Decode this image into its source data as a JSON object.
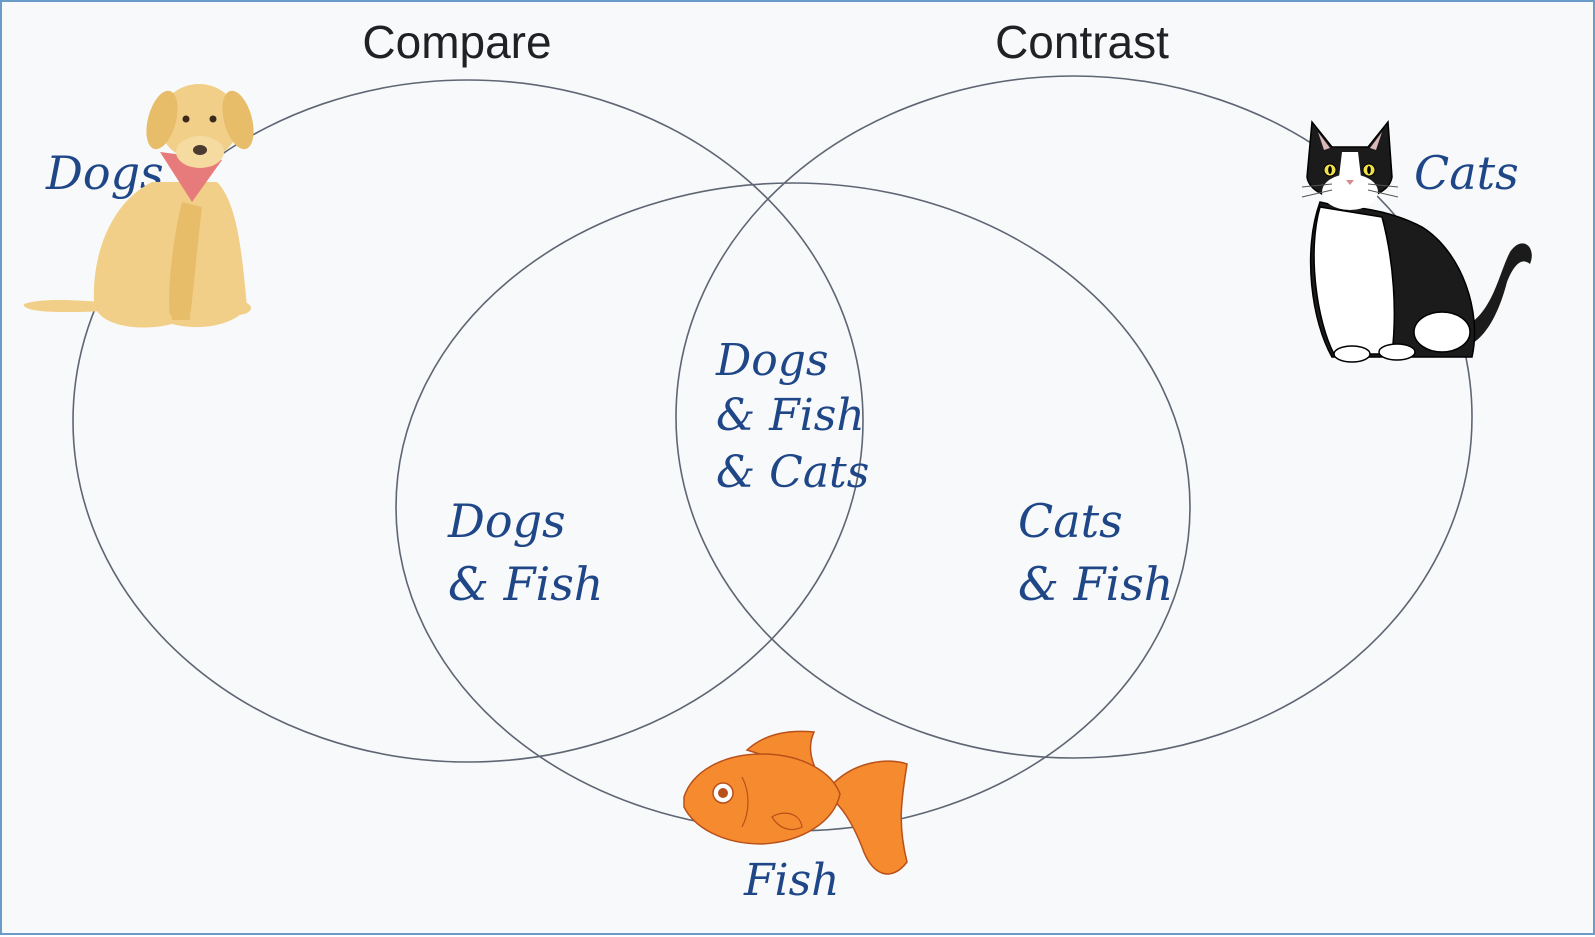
{
  "headings": {
    "compare": "Compare",
    "contrast": "Contrast"
  },
  "sets": {
    "dogs": "Dogs",
    "cats": "Cats",
    "fish": "Fish"
  },
  "regions": {
    "dogs_fish": [
      "Dogs",
      "& Fish"
    ],
    "cats_fish": [
      "Cats",
      "& Fish"
    ],
    "all_three": [
      "Dogs",
      "& Fish",
      "& Cats"
    ]
  },
  "colors": {
    "label": "#1f4788",
    "ring": "#5f6673",
    "border": "#6b9bc8",
    "background": "#f8f9fa",
    "dog": "#f2cf88",
    "bandana": "#e77b7b",
    "fish": "#f68a2e",
    "cat_dark": "#1b1b1b"
  },
  "icons": [
    "dog-illustration",
    "cat-illustration",
    "fish-illustration"
  ]
}
